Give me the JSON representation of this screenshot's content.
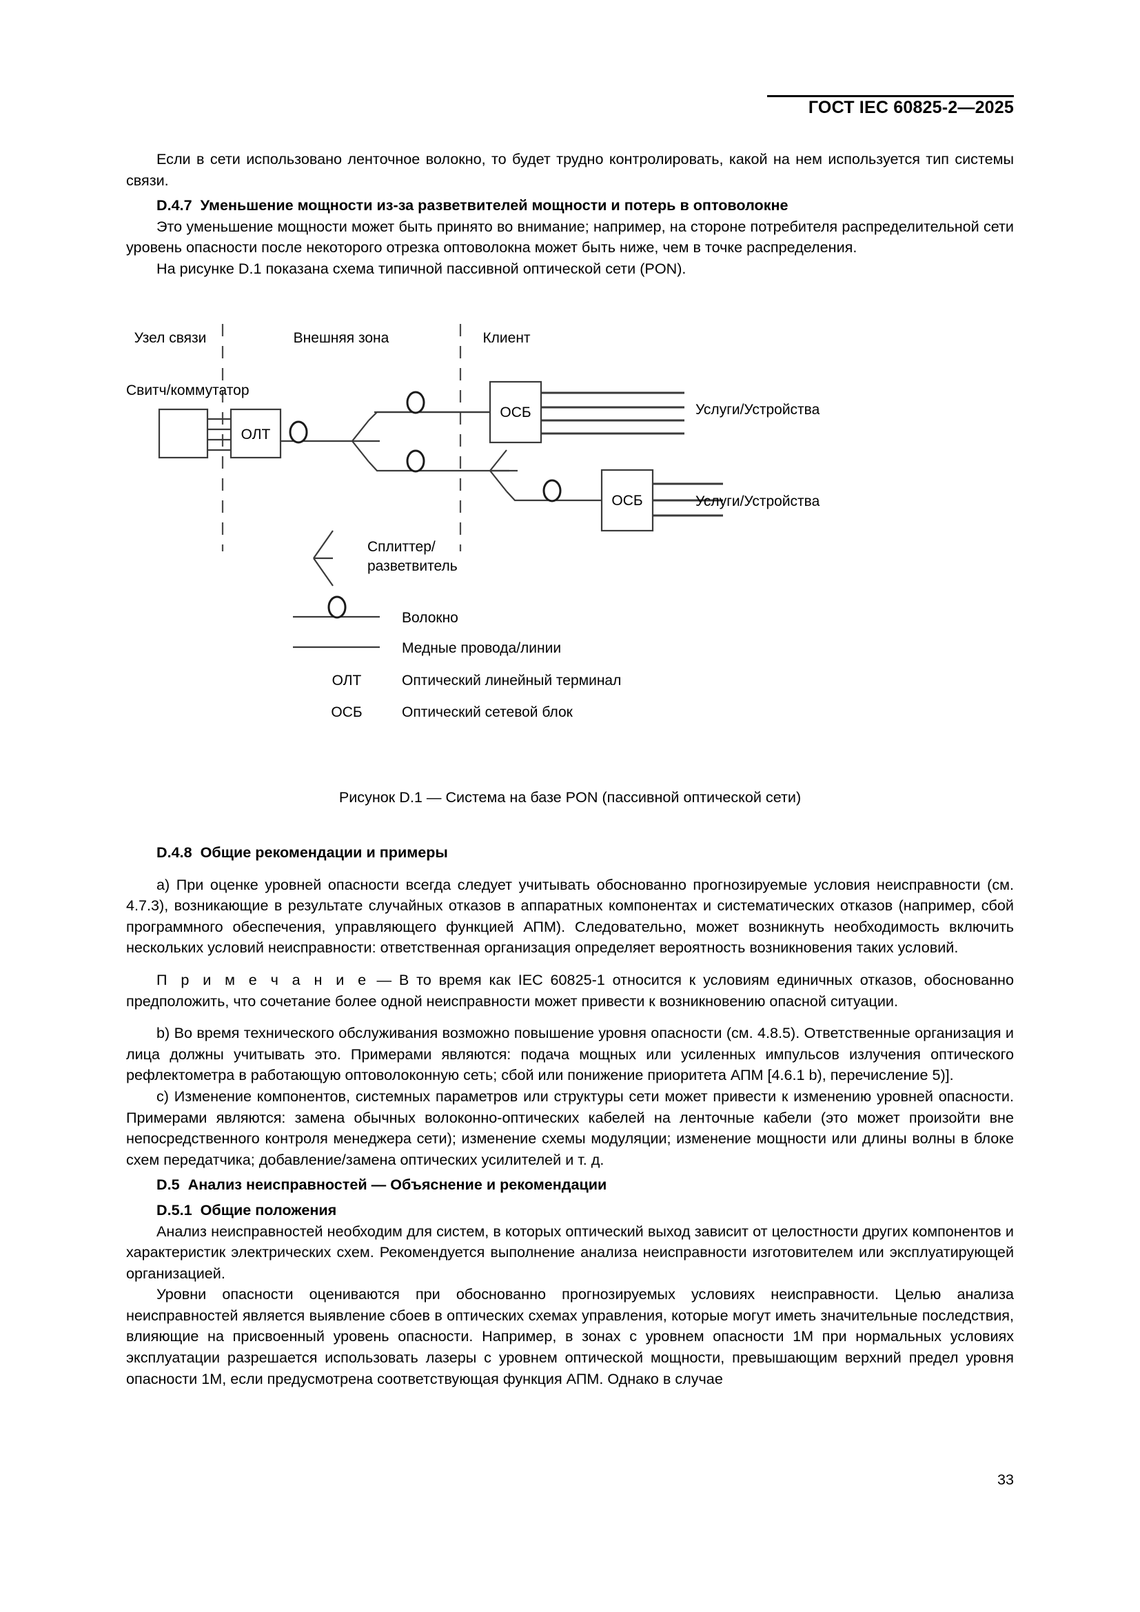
{
  "header": {
    "standard_title": "ГОСТ IEC 60825-2—2025"
  },
  "footer": {
    "page_number": "33"
  },
  "body": {
    "p_intro": "Если в сети использовано ленточное волокно, то будет трудно контролировать, какой на нем используется тип системы связи.",
    "h_d47_num": "D.4.7",
    "h_d47_text": "Уменьшение мощности из-за разветвителей мощности и потерь в оптоволокне",
    "p_d47": "Это уменьшение мощности может быть принято во внимание; например, на стороне потребителя распределительной сети уровень опасности после некоторого отрезка оптоволокна может быть ниже, чем в точке распределения.",
    "p_fig_ref": "На рисунке D.1 показана схема типичной пассивной оптической сети (PON).",
    "h_d48_num": "D.4.8",
    "h_d48_text": "Общие рекомендации и примеры",
    "p_a": "a)  При оценке уровней опасности всегда следует учитывать обоснованно прогнозируемые условия неисправности (см. 4.7.3), возникающие в результате случайных отказов в аппаратных компонентах и систематических отказов (например, сбой программного обеспечения, управляющего функцией АПМ). Следовательно, может возникнуть необходимость включить нескольких условий неисправности: ответственная организация определяет вероятность возникновения таких условий.",
    "note_label": "П р и м е ч а н и е",
    "note_body": "  —  В то время как IEC 60825-1 относится к условиям единичных отказов, обоснованно предположить, что сочетание более одной неисправности может привести к возникновению опасной ситуации.",
    "p_b": "b)  Во время технического обслуживания возможно повышение уровня опасности (см. 4.8.5). Ответственные организация и лица должны учитывать это. Примерами являются: подача мощных или усиленных импульсов излучения оптического рефлектометра в работающую оптоволоконную сеть; сбой или понижение приоритета АПМ [4.6.1 b), перечисление 5)].",
    "p_c": "c)  Изменение компонентов, системных параметров или структуры сети может привести к изменению уровней опасности. Примерами являются: замена обычных волоконно-оптических кабелей на ленточные кабели (это может произойти вне непосредственного контроля менеджера сети); изменение схемы модуляции; изменение мощности или длины волны в блоке схем передатчика; добавление/замена оптических усилителей и т. д.",
    "h_d5_num": "D.5",
    "h_d5_text": "Анализ неисправностей — Объяснение и рекомендации",
    "h_d51_num": "D.5.1",
    "h_d51_text": "Общие положения",
    "p_d51_1": "Анализ неисправностей необходим для систем, в которых оптический выход зависит от целостности других компонентов и характеристик электрических схем. Рекомендуется выполнение анализа неисправности изготовителем или эксплуатирующей организацией.",
    "p_d51_2": "Уровни опасности оцениваются при обоснованно прогнозируемых условиях неисправности. Целью анализа неисправностей является выявление сбоев в оптических схемах управления, которые могут иметь значительные последствия, влияющие на присвоенный уровень опасности. Например, в зонах с уровнем опасности 1М при нормальных условиях эксплуатации разрешается использовать лазеры с уровнем оптической мощности, превышающим верхний предел уровня опасности 1М, если предусмотрена соответствующая функция АПМ. Однако в случае"
  },
  "figure": {
    "caption": "Рисунок D.1 — Система на базе PON (пассивной оптической сети)",
    "zones": {
      "zone_left": "Узел связи",
      "zone_middle": "Внешняя зона",
      "zone_right": "Клиент"
    },
    "nodes": {
      "switch_label": "Свитч/коммутатор",
      "olt": "ОЛТ",
      "onu_top": "ОСБ",
      "onu_bottom": "ОСБ",
      "services_top": "Услуги/Устройства",
      "services_bottom": "Услуги/Устройства",
      "splitter": "Сплиттер/",
      "splitter2": "разветвитель"
    },
    "legend": [
      {
        "symbol": "fiber-line",
        "label": "Волокно"
      },
      {
        "symbol": "copper-line",
        "label": "Медные провода/линии"
      },
      {
        "symbol": "ОЛТ",
        "label": "Оптический линейный терминал"
      },
      {
        "symbol": "ОСБ",
        "label": "Оптический сетевой блок"
      }
    ],
    "colors": {
      "line": "#3a3a3a",
      "text": "#000000"
    }
  }
}
